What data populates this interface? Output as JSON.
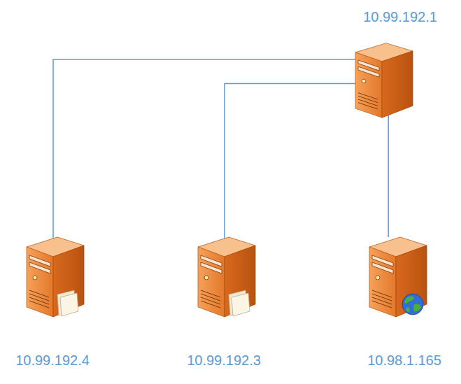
{
  "diagram": {
    "nodes": [
      {
        "text": [
          "10.99.192.1"
        ]
      },
      {
        "text": [
          "10.99.192.4"
        ]
      },
      {
        "text": [
          "10.99.192.3"
        ]
      },
      {
        "text": [
          "10.98.1.165"
        ]
      }
    ],
    "edges": [
      {
        "from": 0,
        "to": 1,
        "arrow": "none"
      },
      {
        "from": 0,
        "to": 2,
        "arrow": "none"
      },
      {
        "from": 0,
        "to": 3,
        "arrow": "none"
      }
    ]
  }
}
